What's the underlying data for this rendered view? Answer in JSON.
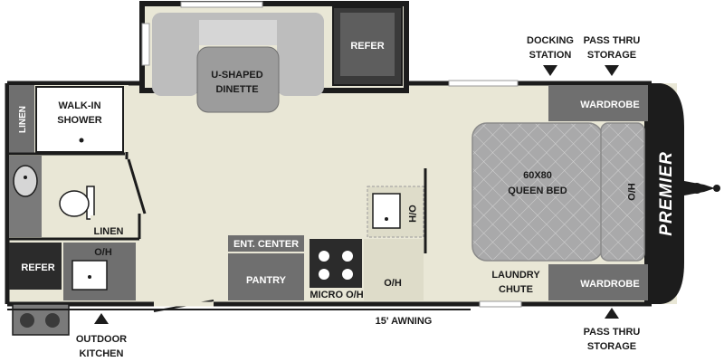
{
  "floorplan": {
    "brand": "PREMIER",
    "colors": {
      "floor": "#e9e7d6",
      "wall": "#1c1c1c",
      "cabinet": "#6f6f6f",
      "cabinet_light": "#d6d6d6",
      "bed": "#a9a9aa",
      "dinette": "#bdbdbd",
      "appliance": "#2b2b2b",
      "exterior": "#ffffff"
    },
    "labels": {
      "u_shaped_dinette_1": "U-SHAPED",
      "u_shaped_dinette_2": "DINETTE",
      "refer_top": "REFER",
      "docking_station_1": "DOCKING",
      "docking_station_2": "STATION",
      "pass_thru_top_1": "PASS THRU",
      "pass_thru_top_2": "STORAGE",
      "wardrobe_top": "WARDROBE",
      "wardrobe_bottom": "WARDROBE",
      "linen_left": "LINEN",
      "walk_in_shower_1": "WALK-IN",
      "walk_in_shower_2": "SHOWER",
      "bed_1": "60X80",
      "bed_2": "QUEEN BED",
      "oh_front": "H/O",
      "linen_bath": "LINEN",
      "oh_bath": "O/H",
      "refer_outdoor": "REFER",
      "ent_center": "ENT. CENTER",
      "pantry": "PANTRY",
      "micro_oh": "MICRO O/H",
      "oh_kitchen": "O/H",
      "oh_sink": "O/H",
      "laundry_chute_1": "LAUNDRY",
      "laundry_chute_2": "CHUTE",
      "awning": "15' AWNING",
      "outdoor_kitchen_1": "OUTDOOR",
      "outdoor_kitchen_2": "KITCHEN",
      "pass_thru_bottom_1": "PASS THRU",
      "pass_thru_bottom_2": "STORAGE"
    },
    "icons": {
      "arrow_down": "triangle-down-icon",
      "arrow_up": "triangle-up-icon",
      "hitch": "hitch-icon",
      "burner": "burner-icon",
      "sink": "sink-icon",
      "toilet": "toilet-icon",
      "drain": "drain-icon"
    }
  }
}
